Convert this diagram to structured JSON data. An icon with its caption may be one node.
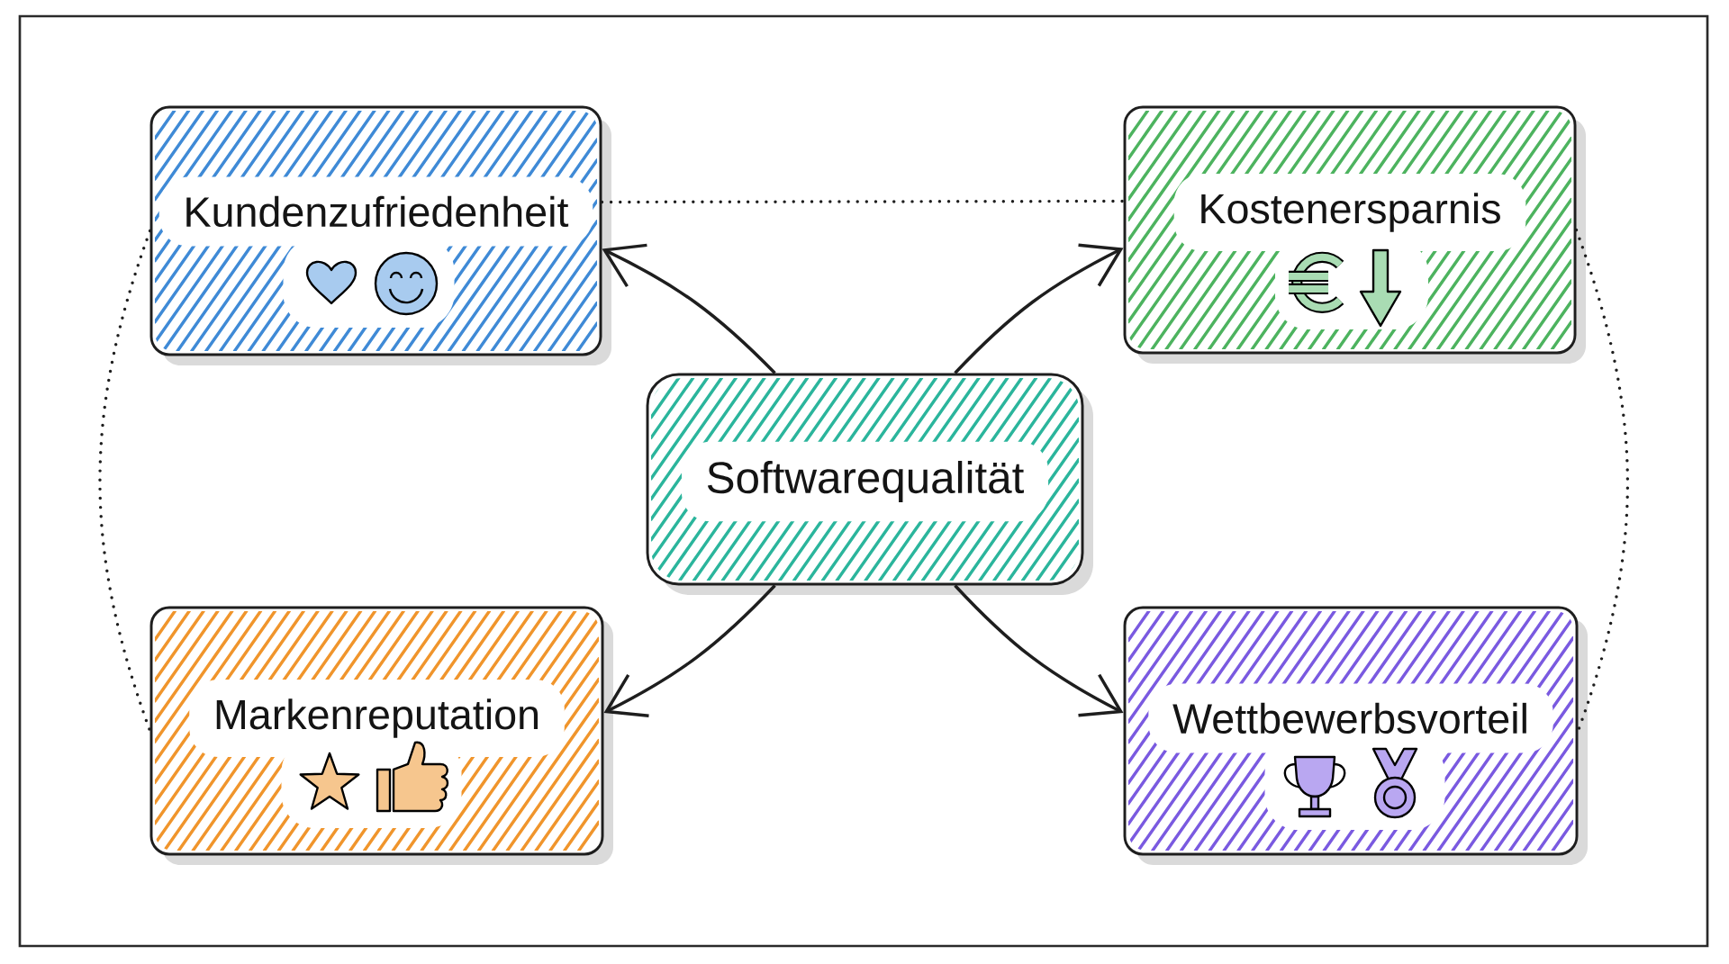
{
  "diagram": {
    "nodes": [
      {
        "text": [
          "Kundenzufriedenheit"
        ]
      },
      {
        "text": [
          "Kostenersparnis"
        ]
      },
      {
        "text": [
          "Softwarequalität"
        ]
      },
      {
        "text": [
          "Markenreputation"
        ]
      },
      {
        "text": [
          "Wettbewerbsvorteil"
        ]
      }
    ],
    "edges": [
      {
        "from": 2,
        "to": 0,
        "arrow": "to"
      },
      {
        "from": 2,
        "to": 1,
        "arrow": "to"
      },
      {
        "from": 2,
        "to": 3,
        "arrow": "to"
      },
      {
        "from": 2,
        "to": 4,
        "arrow": "to"
      },
      {
        "from": 0,
        "to": 1,
        "arrow": "none",
        "style": "dashed"
      },
      {
        "from": 0,
        "to": 3,
        "arrow": "none",
        "style": "dashed"
      },
      {
        "from": 1,
        "to": 4,
        "arrow": "none",
        "style": "dashed"
      }
    ]
  }
}
